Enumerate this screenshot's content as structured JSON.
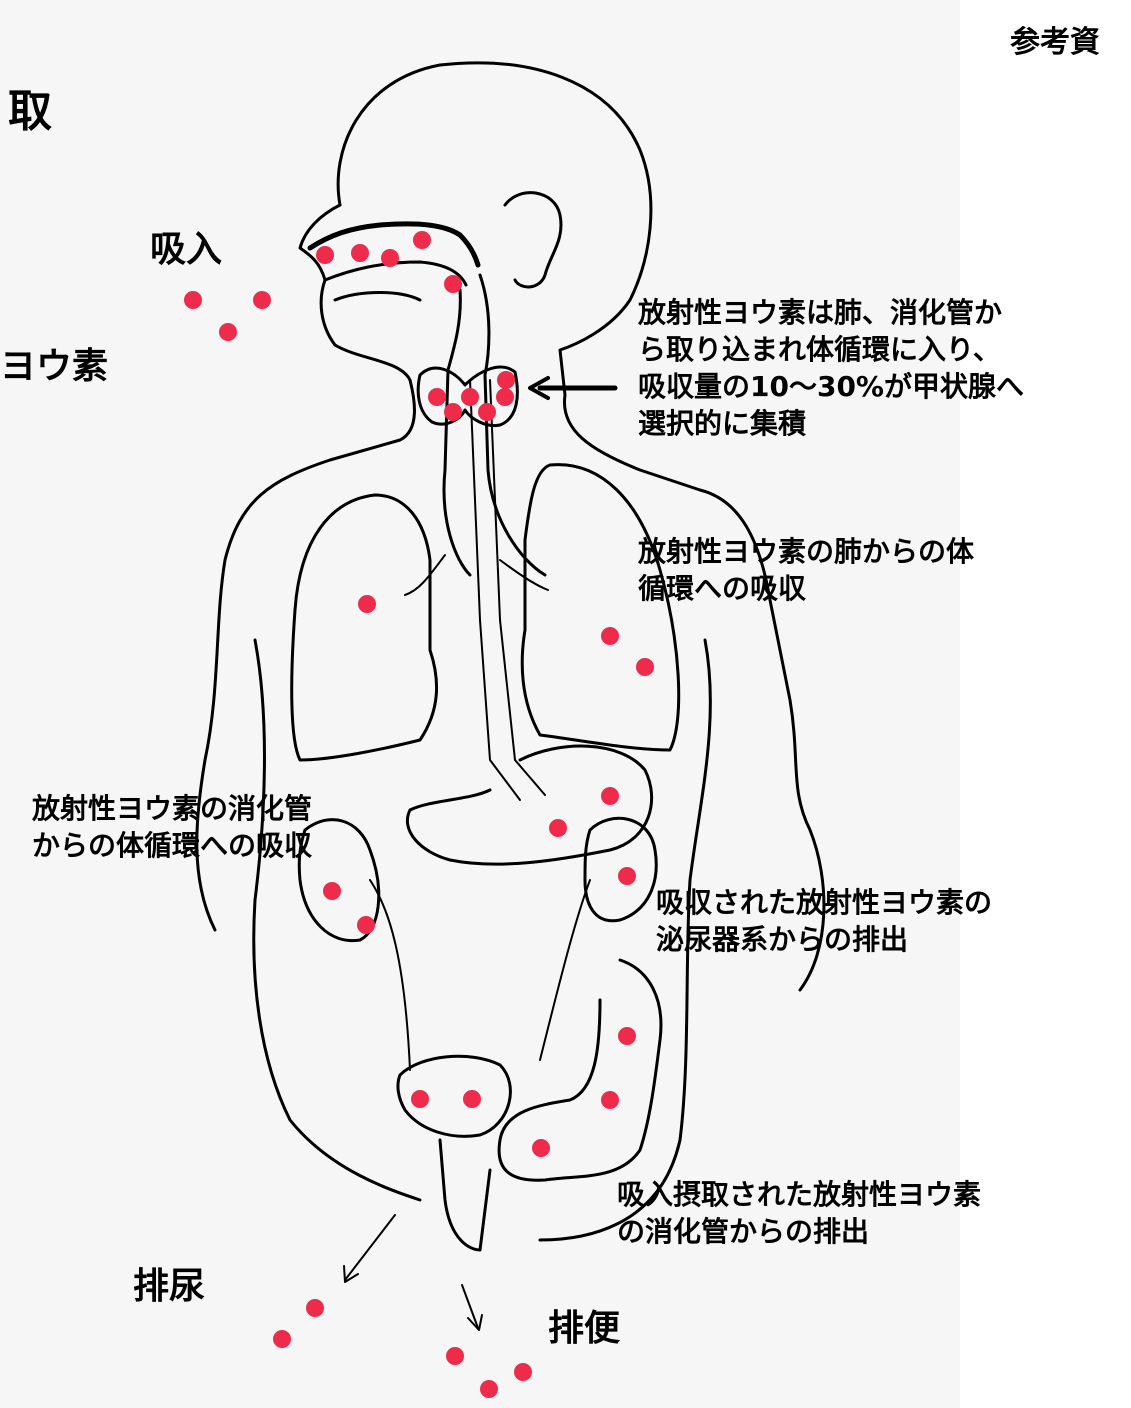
{
  "header": {
    "reference_label": "参考資"
  },
  "labels": {
    "intake_title_fragment": "取",
    "iodine_fragment": "ヨウ素",
    "inhalation": "吸入",
    "urination": "排尿",
    "defecation": "排便"
  },
  "annotations": {
    "thyroid": [
      "放射性ヨウ素は肺、消化管か",
      "ら取り込まれ体循環に入り、",
      "吸収量の10〜30%が甲状腺へ",
      "選択的に集積"
    ],
    "lung": [
      "放射性ヨウ素の肺からの体",
      "循環への吸収"
    ],
    "gi_absorption": [
      "放射性ヨウ素の消化管",
      "からの体循環への吸収"
    ],
    "urinary": [
      "吸収された放射性ヨウ素の",
      "泌尿器系からの排出"
    ],
    "gi_excretion": [
      "吸入摂取された放射性ヨウ素",
      "の消化管からの排出"
    ]
  },
  "colors": {
    "particle": "#ee2b4b",
    "line": "#000000",
    "sheet": "#f6f6f6"
  }
}
